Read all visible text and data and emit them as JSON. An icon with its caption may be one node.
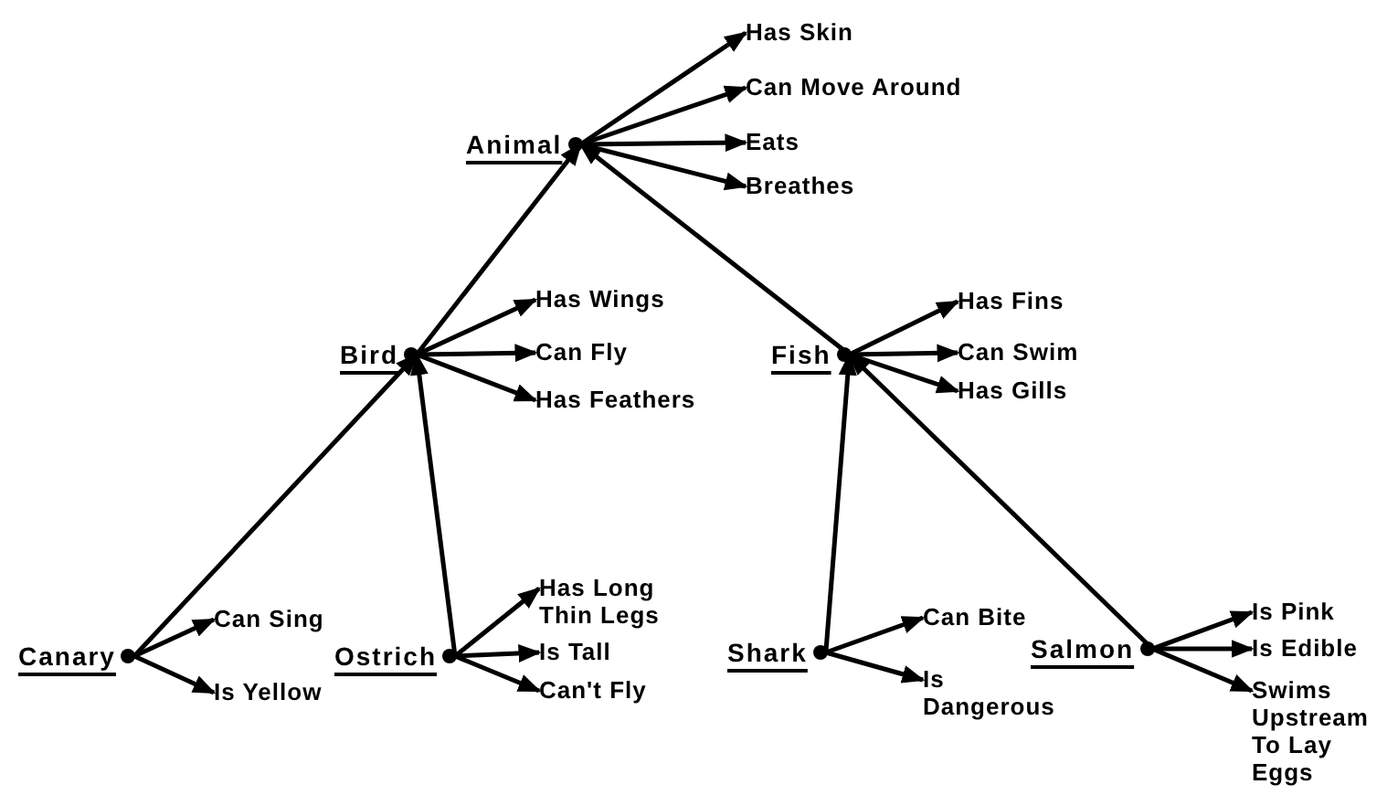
{
  "diagram": {
    "nodes": [
      {
        "text": [
          "Animal"
        ]
      },
      {
        "text": [
          "Has Skin"
        ]
      },
      {
        "text": [
          "Can Move Around"
        ]
      },
      {
        "text": [
          "Eats"
        ]
      },
      {
        "text": [
          "Breathes"
        ]
      },
      {
        "text": [
          "Bird"
        ]
      },
      {
        "text": [
          "Has Wings"
        ]
      },
      {
        "text": [
          "Can Fly"
        ]
      },
      {
        "text": [
          "Has Feathers"
        ]
      },
      {
        "text": [
          "Fish"
        ]
      },
      {
        "text": [
          "Has Fins"
        ]
      },
      {
        "text": [
          "Can Swim"
        ]
      },
      {
        "text": [
          "Has Gills"
        ]
      },
      {
        "text": [
          "Canary"
        ]
      },
      {
        "text": [
          "Can Sing"
        ]
      },
      {
        "text": [
          "Is Yellow"
        ]
      },
      {
        "text": [
          "Ostrich"
        ]
      },
      {
        "text": [
          "Has Long Thin Legs"
        ]
      },
      {
        "text": [
          "Is Tall"
        ]
      },
      {
        "text": [
          "Can't Fly"
        ]
      },
      {
        "text": [
          "Shark"
        ]
      },
      {
        "text": [
          "Can Bite"
        ]
      },
      {
        "text": [
          "Is Dangerous"
        ]
      },
      {
        "text": [
          "Salmon"
        ]
      },
      {
        "text": [
          "Is Pink"
        ]
      },
      {
        "text": [
          "Is Edible"
        ]
      },
      {
        "text": [
          "Swims Upstream To Lay Eggs"
        ]
      }
    ],
    "edges": [
      {
        "from": 0,
        "to": 1,
        "arrow": "to"
      },
      {
        "from": 0,
        "to": 2,
        "arrow": "to"
      },
      {
        "from": 0,
        "to": 3,
        "arrow": "to"
      },
      {
        "from": 0,
        "to": 4,
        "arrow": "to"
      },
      {
        "from": 5,
        "to": 0,
        "arrow": "to"
      },
      {
        "from": 9,
        "to": 0,
        "arrow": "to"
      },
      {
        "from": 5,
        "to": 6,
        "arrow": "to"
      },
      {
        "from": 5,
        "to": 7,
        "arrow": "to"
      },
      {
        "from": 5,
        "to": 8,
        "arrow": "to"
      },
      {
        "from": 9,
        "to": 10,
        "arrow": "to"
      },
      {
        "from": 9,
        "to": 11,
        "arrow": "to"
      },
      {
        "from": 9,
        "to": 12,
        "arrow": "to"
      },
      {
        "from": 13,
        "to": 5,
        "arrow": "to"
      },
      {
        "from": 16,
        "to": 5,
        "arrow": "to"
      },
      {
        "from": 20,
        "to": 9,
        "arrow": "to"
      },
      {
        "from": 23,
        "to": 9,
        "arrow": "to"
      },
      {
        "from": 13,
        "to": 14,
        "arrow": "to"
      },
      {
        "from": 13,
        "to": 15,
        "arrow": "to"
      },
      {
        "from": 16,
        "to": 17,
        "arrow": "to"
      },
      {
        "from": 16,
        "to": 18,
        "arrow": "to"
      },
      {
        "from": 16,
        "to": 19,
        "arrow": "to"
      },
      {
        "from": 20,
        "to": 21,
        "arrow": "to"
      },
      {
        "from": 20,
        "to": 22,
        "arrow": "to"
      },
      {
        "from": 23,
        "to": 24,
        "arrow": "to"
      },
      {
        "from": 23,
        "to": 25,
        "arrow": "to"
      },
      {
        "from": 23,
        "to": 26,
        "arrow": "to"
      }
    ]
  }
}
